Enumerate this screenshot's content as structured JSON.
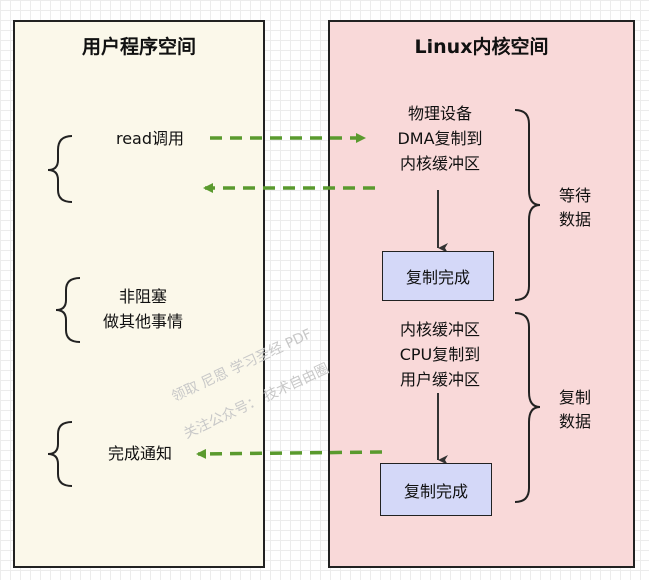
{
  "user_space": {
    "title": "用户程序空间",
    "read_call": "read调用",
    "nonblocking_line1": "非阻塞",
    "nonblocking_line2": "做其他事情",
    "complete_notify": "完成通知"
  },
  "kernel_space": {
    "title": "Linux内核空间",
    "step1_line1": "物理设备",
    "step1_line2": "DMA复制到",
    "step1_line3": "内核缓冲区",
    "box1_label": "复制完成",
    "step2_line1": "内核缓冲区",
    "step2_line2": "CPU复制到",
    "step2_line3": "用户缓冲区",
    "box2_label": "复制完成",
    "wait_data_line1": "等待",
    "wait_data_line2": "数据",
    "copy_data_line1": "复制",
    "copy_data_line2": "数据"
  },
  "watermark": {
    "line1": "领取 尼恩 学习圣经 PDF",
    "line2": "关注公众号： 技术自由圈"
  },
  "colors": {
    "arrow_green": "#5a9a2e",
    "user_bg": "#fbf8ea",
    "kernel_bg": "#f9d9d9",
    "box_fill": "#d4d8f8"
  }
}
